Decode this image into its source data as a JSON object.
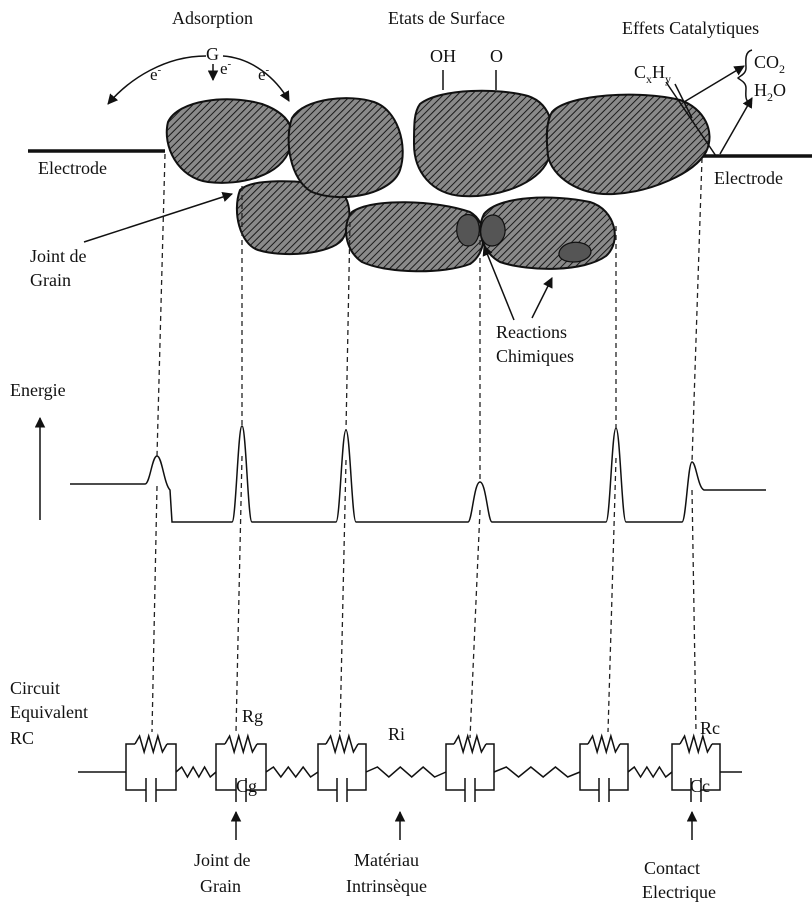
{
  "headers": {
    "adsorption": "Adsorption",
    "surface_states": "Etats de Surface",
    "catalytic": "Effets Catalytiques"
  },
  "grains": {
    "g": "G",
    "electron": "e",
    "electron_sup": "-",
    "oh": "OH",
    "o": "O",
    "hydrocarbon_c": "C",
    "hydrocarbon_x": "x",
    "hydrocarbon_h": "H",
    "hydrocarbon_y": "y",
    "co2_co": "CO",
    "co2_sub": "2",
    "h2o_h": "H",
    "h2o_sub": "2",
    "h2o_o": "O"
  },
  "labels": {
    "electrode_left": "Electrode",
    "electrode_right": "Electrode",
    "joint_grain_line1": "Joint de",
    "joint_grain_line2": "Grain",
    "reactions_line1": "Reactions",
    "reactions_line2": "Chimiques"
  },
  "energy": {
    "label": "Energie"
  },
  "circuit": {
    "title_line1": "Circuit",
    "title_line2": "Equivalent",
    "title_line3": "RC",
    "rg": "Rg",
    "ri": "Ri",
    "rc": "Rc",
    "cg": "Cg",
    "cc": "Cc"
  },
  "bottom_labels": {
    "joint_line1": "Joint de",
    "joint_line2": "Grain",
    "materiau_line1": "Matériau",
    "materiau_line2": "Intrinsèque",
    "contact_line1": "Contact",
    "contact_line2": "Electrique"
  }
}
